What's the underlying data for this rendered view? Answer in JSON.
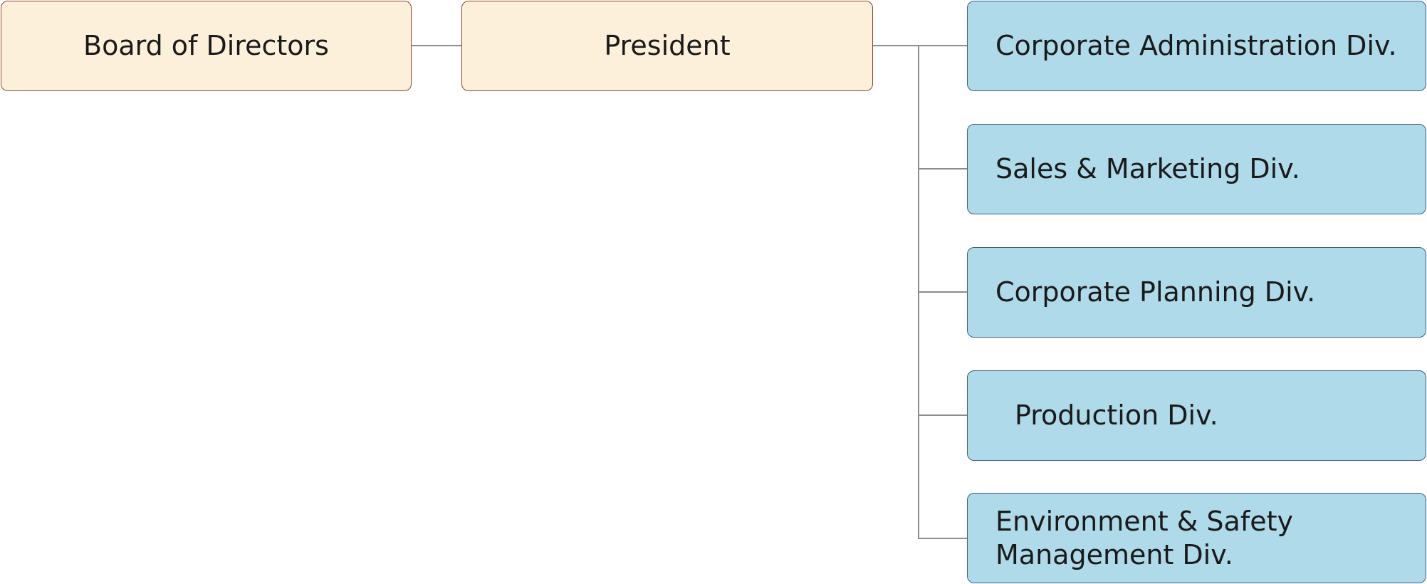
{
  "diagram": {
    "type": "org-chart",
    "executives": [
      {
        "id": "board",
        "label": "Board of Directors"
      },
      {
        "id": "president",
        "label": "President"
      }
    ],
    "divisions": [
      {
        "id": "corporate-administration",
        "label": "Corporate Administration Div."
      },
      {
        "id": "sales-marketing",
        "label": "Sales & Marketing Div."
      },
      {
        "id": "corporate-planning",
        "label": "Corporate Planning Div."
      },
      {
        "id": "production",
        "label": "Production Div."
      },
      {
        "id": "environment-safety",
        "label_lines": [
          "Environment & Safety",
          "Management Div."
        ]
      }
    ],
    "colors": {
      "executive_fill": "#fdf0da",
      "executive_border": "#8a4a2e",
      "division_fill": "#afdae9",
      "division_border": "#3a5f86",
      "connector": "#8c8c8c"
    }
  }
}
